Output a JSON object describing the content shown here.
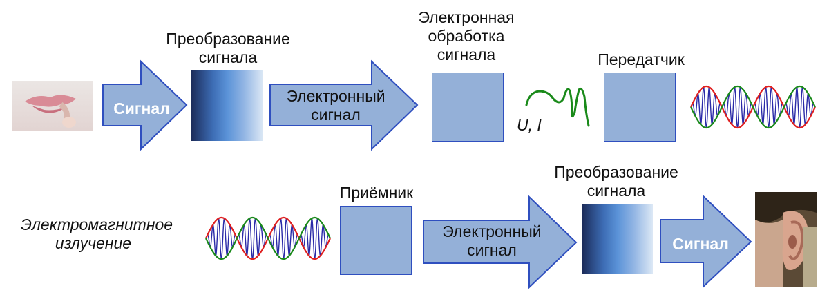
{
  "labels": {
    "conversion_top": "Преобразование\nсигнала",
    "electronic_processing": "Электронная\nобработка\nсигнала",
    "transmitter": "Передатчик",
    "receiver": "Приёмник",
    "conversion_bottom": "Преобразование\nсигнала",
    "em_radiation": "Электромагнитное\nизлучение",
    "ui_label": "U, I"
  },
  "arrows": {
    "signal_top": "Сигнал",
    "electronic_signal_top": "Электронный\nсигнал",
    "electronic_signal_bottom": "Электронный\nсигнал",
    "signal_bottom": "Сигнал"
  },
  "colors": {
    "arrow_fill": "#94b0d8",
    "arrow_stroke": "#2f4fbf",
    "wave_blue": "#2a2aa8",
    "wave_red": "#e02020",
    "wave_green": "#1a8a1a"
  }
}
